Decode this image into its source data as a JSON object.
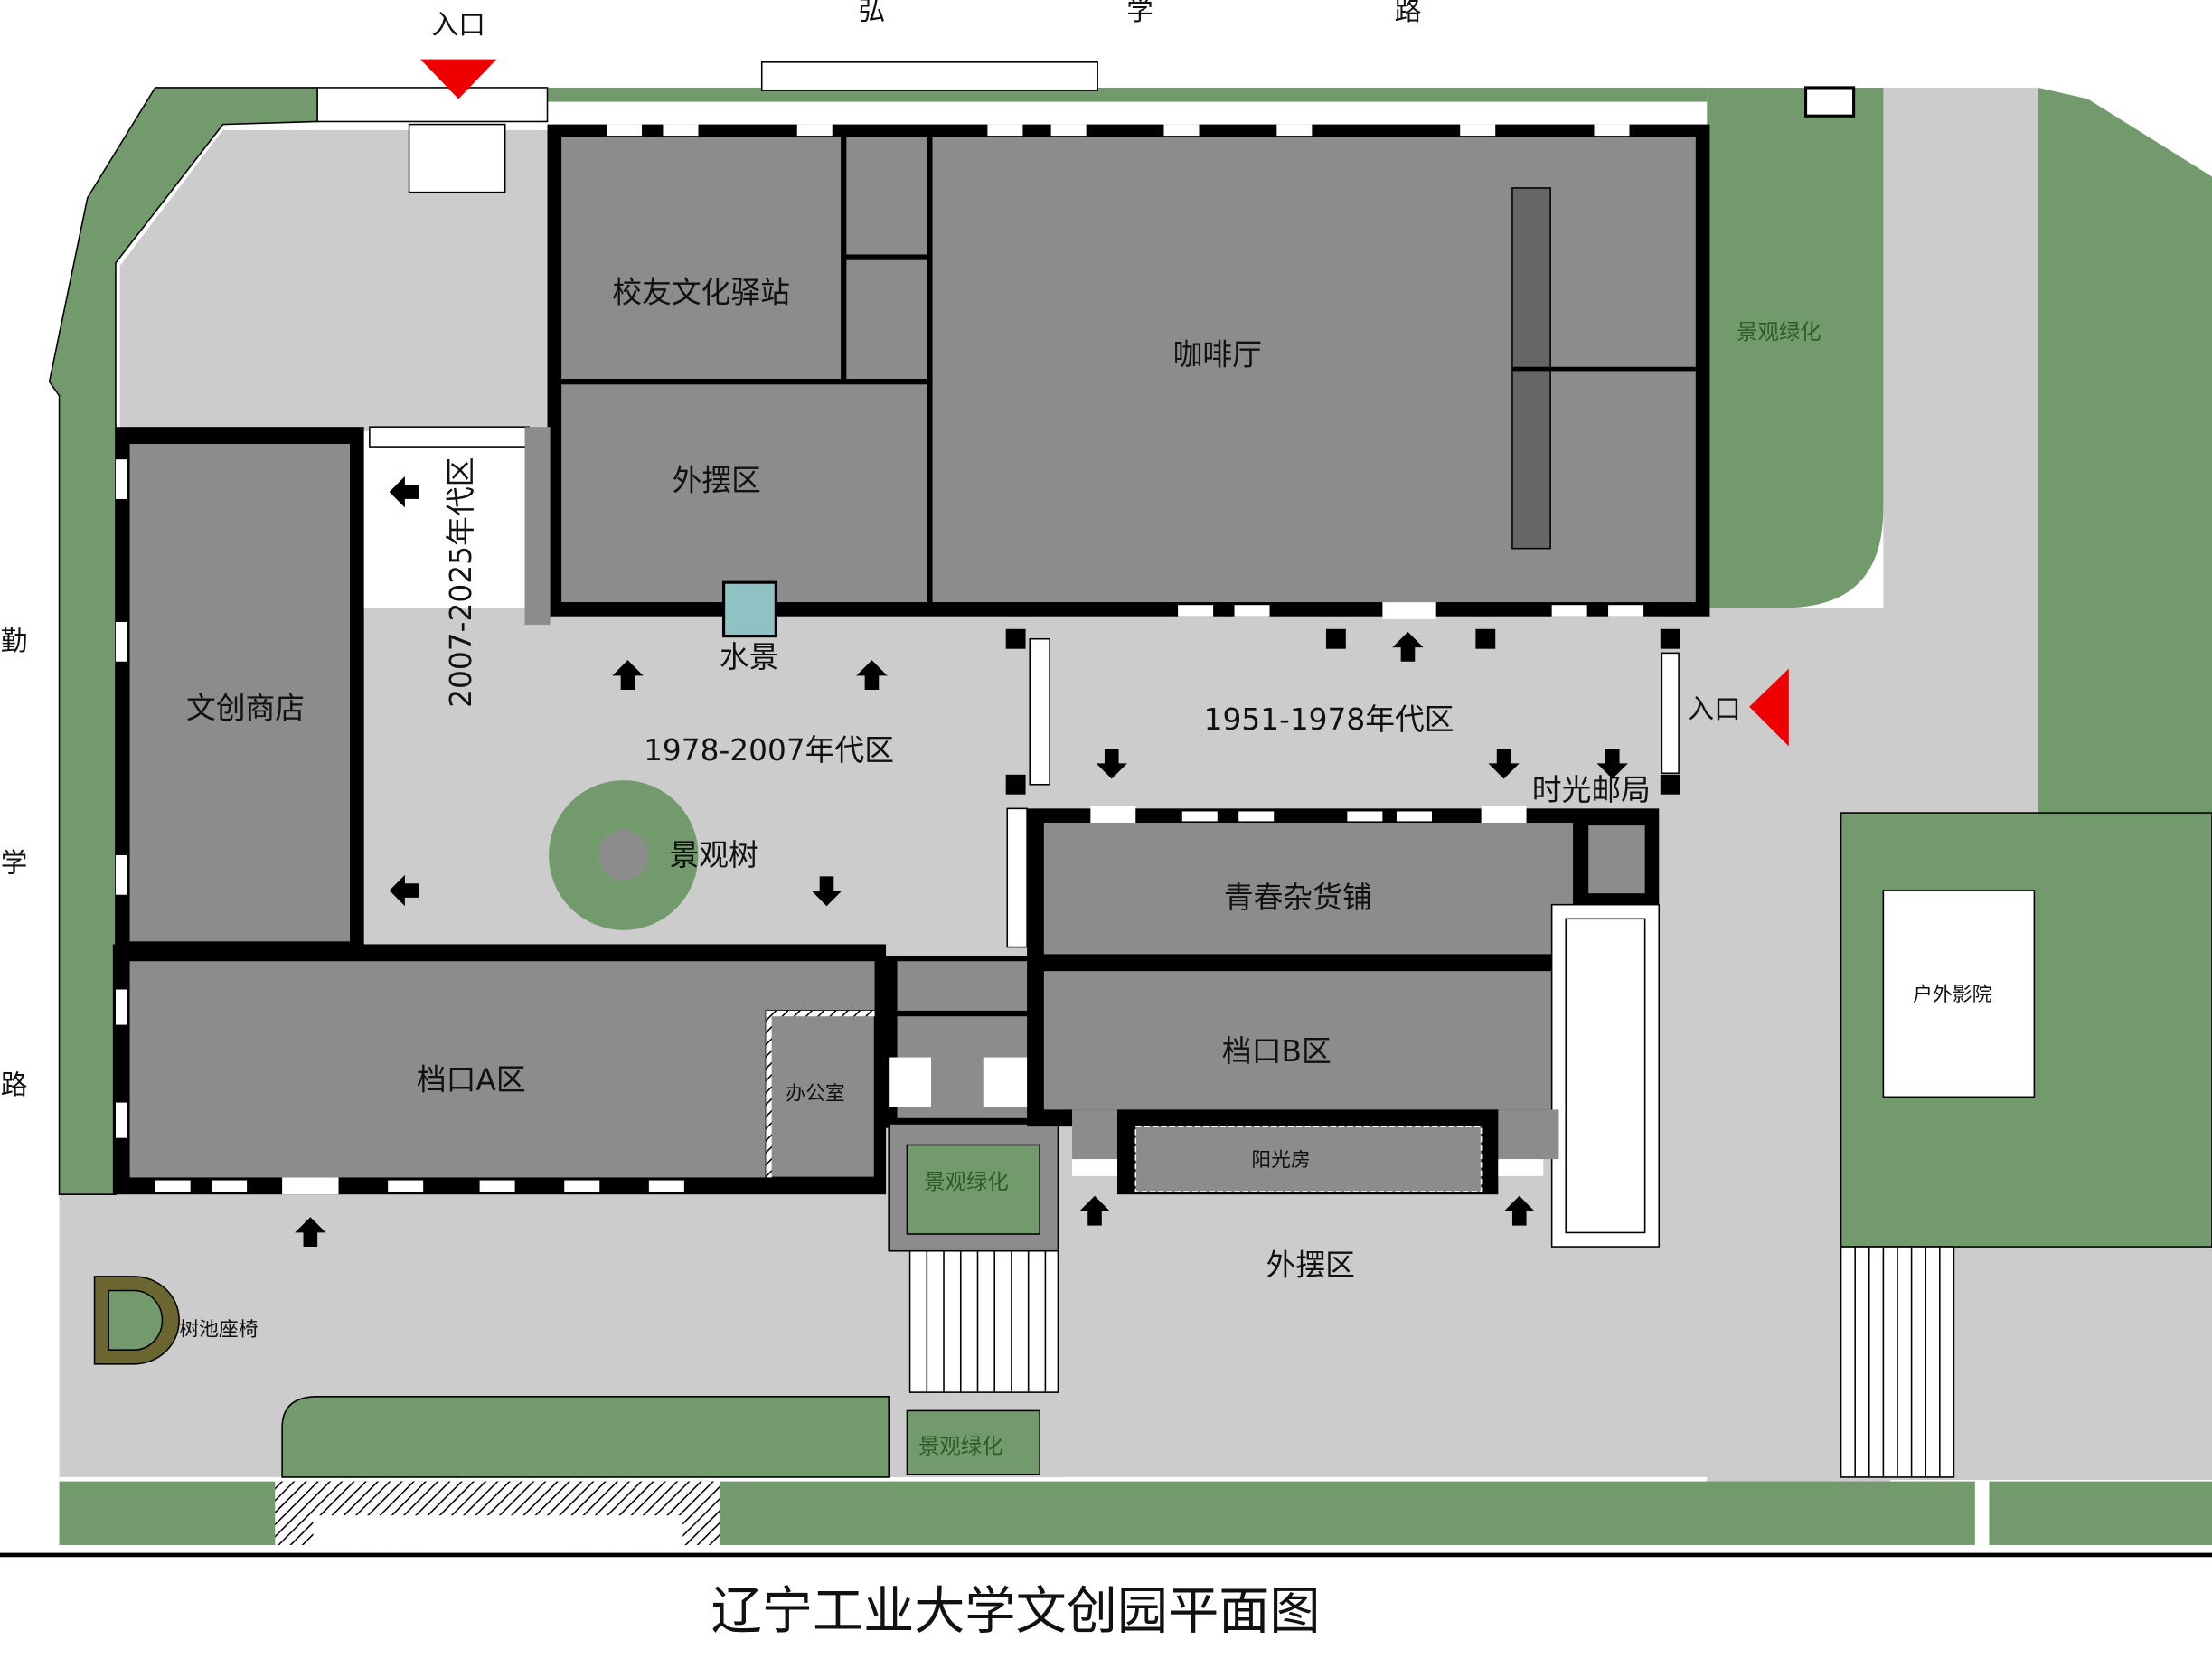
{
  "title": "辽宁工业大学文创园平面图",
  "roads": {
    "top": [
      "弘",
      "学",
      "路"
    ],
    "left": [
      "勤",
      "学",
      "路"
    ]
  },
  "entrances": {
    "top_label": "入口",
    "right_label": "入口"
  },
  "rooms": {
    "alumni_station": "校友文化驿站",
    "cafe": "咖啡厅",
    "outdoor_area_north": "外摆区",
    "creative_shop": "文创商店",
    "zone_2007_2025": "2007-2025年代区",
    "zone_1978_2007": "1978-2007年代区",
    "zone_1951_1978": "1951-1978年代区",
    "water_feature": "水景",
    "landscape_tree": "景观树",
    "time_post_office": "时光邮局",
    "youth_grocery": "青春杂货铺",
    "stall_a": "档口A区",
    "stall_b": "档口B区",
    "office": "办公室",
    "sunroom": "阳光房",
    "outdoor_area_south": "外摆区",
    "outdoor_cinema": "户外影院",
    "tree_pool_seat": "树池座椅"
  },
  "green_labels": [
    "景观绿化",
    "景观绿化",
    "景观绿化"
  ],
  "colors": {
    "green": "#739a6d",
    "paving": "#cccccc",
    "room": "#8c8c8c",
    "wall": "#000000",
    "entrance_marker": "#ee0000",
    "water": "#8fc3c3",
    "tree_pool": "#6b6530"
  }
}
